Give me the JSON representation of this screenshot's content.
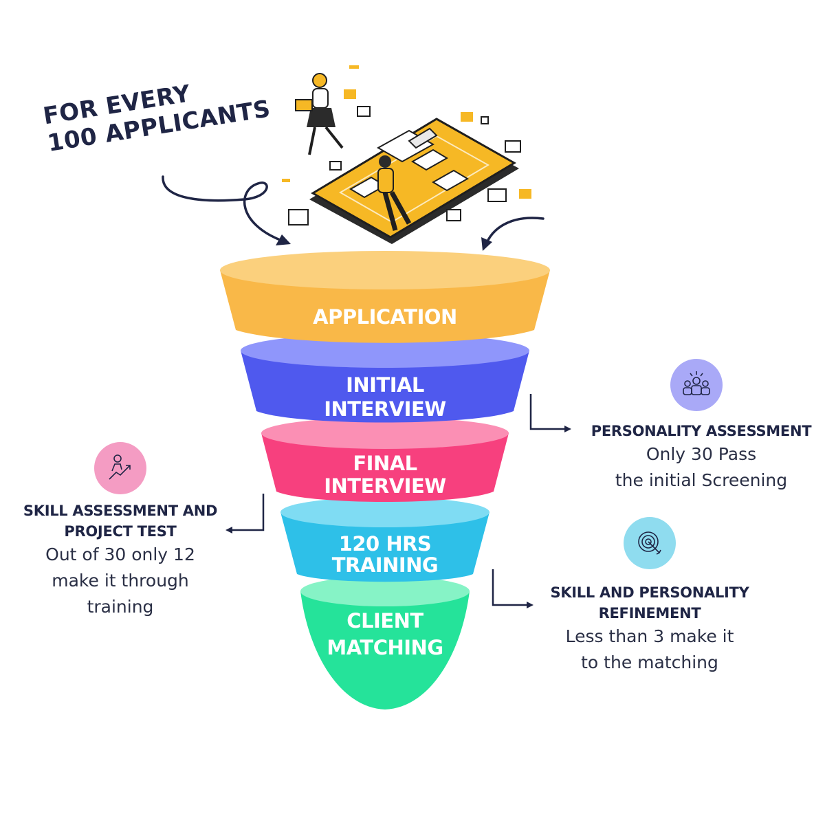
{
  "headline": {
    "line1": "FOR EVERY",
    "line2": "100 APPLICANTS"
  },
  "funnel": {
    "stages": [
      {
        "lines": [
          "APPLICATION"
        ],
        "color": "#f9b848"
      },
      {
        "lines": [
          "INITIAL",
          "INTERVIEW"
        ],
        "color": "#4f59ee"
      },
      {
        "lines": [
          "FINAL",
          "INTERVIEW"
        ],
        "color": "#f7407e"
      },
      {
        "lines": [
          "120 HRS",
          "TRAINING"
        ],
        "color": "#2ec0e8"
      },
      {
        "lines": [
          "CLIENT",
          "MATCHING"
        ],
        "color": "#25e39a"
      }
    ]
  },
  "callouts": {
    "personality": {
      "title": "PERSONALITY ASSESSMENT",
      "body_line1": "Only 30 Pass",
      "body_line2": "the initial Screening",
      "icon": "team-icon",
      "circle_color": "#a9a9f7"
    },
    "skill_project": {
      "title_line1": "SKILL ASSESSMENT AND",
      "title_line2": "PROJECT TEST",
      "body_line1": "Out of 30 only 12",
      "body_line2": "make it through",
      "body_line3": "training",
      "icon": "growth-icon",
      "circle_color": "#f49cc3"
    },
    "refinement": {
      "title_line1": "SKILL AND PERSONALITY",
      "title_line2": "REFINEMENT",
      "body_line1": "Less than 3 make it",
      "body_line2": "to the matching",
      "icon": "target-icon",
      "circle_color": "#8fdcef"
    }
  },
  "colors": {
    "text_dark": "#1f2545",
    "illustration_accent": "#f6b825"
  }
}
